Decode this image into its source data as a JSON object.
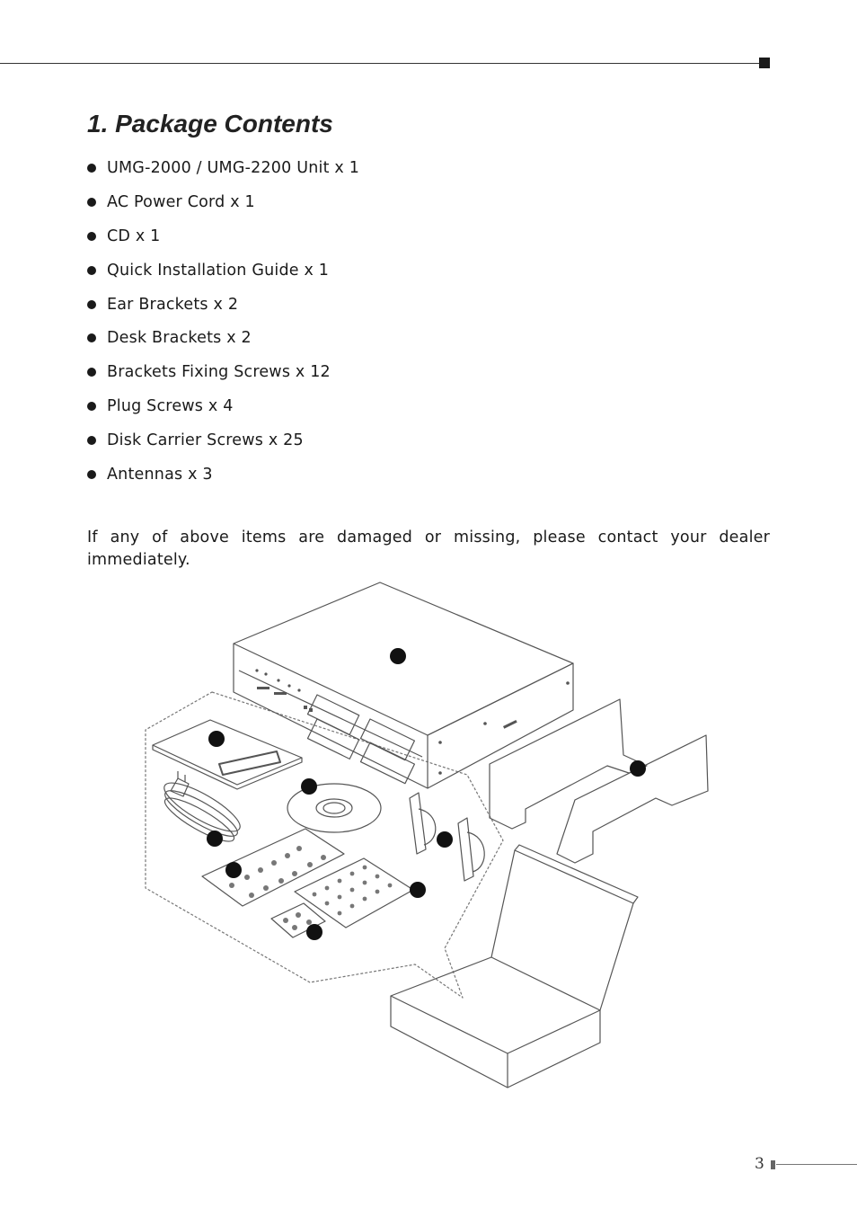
{
  "section": {
    "title": "1. Package Contents",
    "items": [
      "UMG-2000 / UMG-2200 Unit x 1",
      "AC Power Cord x 1",
      "CD x 1",
      "Quick Installation Guide x 1",
      "Ear Brackets x 2",
      "Desk Brackets x 2",
      "Brackets Fixing Screws x 12",
      "Plug Screws x 4",
      "Disk Carrier Screws x 25",
      "Antennas x 3"
    ],
    "notice": "If any of above items are damaged or missing, please contact your dealer immediately."
  },
  "footer": {
    "page_number": "3"
  }
}
